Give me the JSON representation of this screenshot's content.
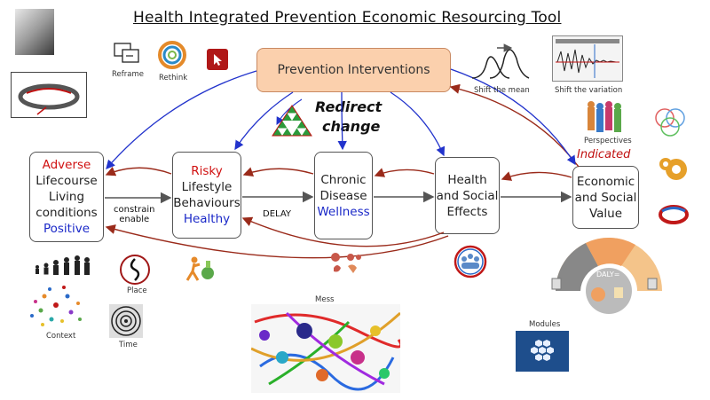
{
  "title": "Health Integrated Prevention Economic Resourcing Tool",
  "top": {
    "prevention": "Prevention Interventions",
    "redirect_line1": "Redirect",
    "redirect_line2": "change"
  },
  "boxes": {
    "lifecourse": {
      "red": "Adverse",
      "l1": "Lifecourse",
      "l2": "Living",
      "l3": "conditions",
      "blue": "Positive"
    },
    "lifestyle": {
      "red": "Risky",
      "l1": "Lifestyle",
      "l2": "Behaviours",
      "blue": "Healthy"
    },
    "chronic": {
      "l1": "Chronic",
      "l2": "Disease",
      "blue": "Wellness"
    },
    "health": {
      "l1": "Health",
      "l2": "and Social",
      "l3": "Effects"
    },
    "economic": {
      "l1": "Economic",
      "l2": "and Social",
      "l3": "Value"
    }
  },
  "links": {
    "constrain": "constrain",
    "enable": "enable",
    "delay": "DELAY",
    "indicated": "Indicated"
  },
  "labels": {
    "reframe": "Reframe",
    "rethink": "Rethink",
    "shift_mean": "Shift the mean",
    "shift_variation": "Shift the variation",
    "perspectives": "Perspectives",
    "place": "Place",
    "context": "Context",
    "time": "Time",
    "mess": "Mess",
    "modules": "Modules",
    "daly": "DALY="
  },
  "colors": {
    "accent_red": "#d01010",
    "accent_blue": "#1a28c8",
    "prevention_fill": "#fbd0ad",
    "arrow_blue": "#2233cc",
    "arrow_brown": "#9a2a1a"
  }
}
